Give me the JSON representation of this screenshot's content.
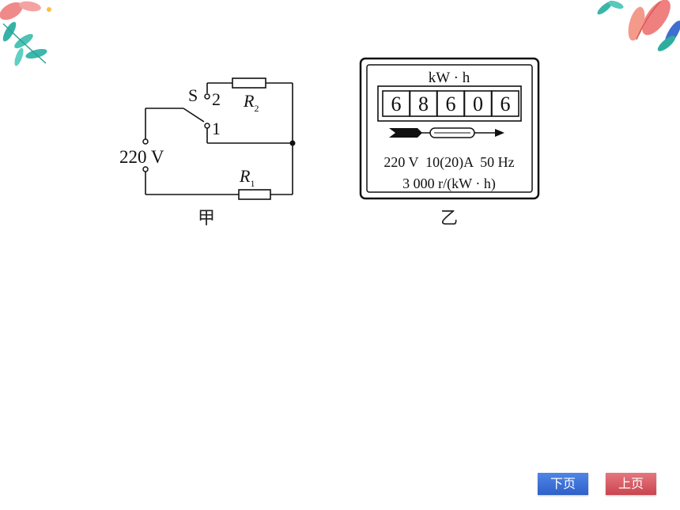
{
  "circuit": {
    "switch_label": "S",
    "contact_2": "2",
    "contact_1": "1",
    "voltage": "220 V",
    "r1_letter": "R",
    "r1_sub": "1",
    "r2_letter": "R",
    "r2_sub": "2"
  },
  "meter": {
    "unit": "kW · h",
    "digits": [
      "6",
      "8",
      "6",
      "0",
      "6"
    ],
    "spec_line_1": "220 V  10(20)A  50 Hz",
    "spec_line_2": "3 000 r/(kW · h)"
  },
  "captions": {
    "left": "甲",
    "right": "乙"
  },
  "nav": {
    "next_label": "下页",
    "prev_label": "上页"
  },
  "colors": {
    "next_button": "#3a6fd8",
    "prev_button": "#d9555f"
  }
}
